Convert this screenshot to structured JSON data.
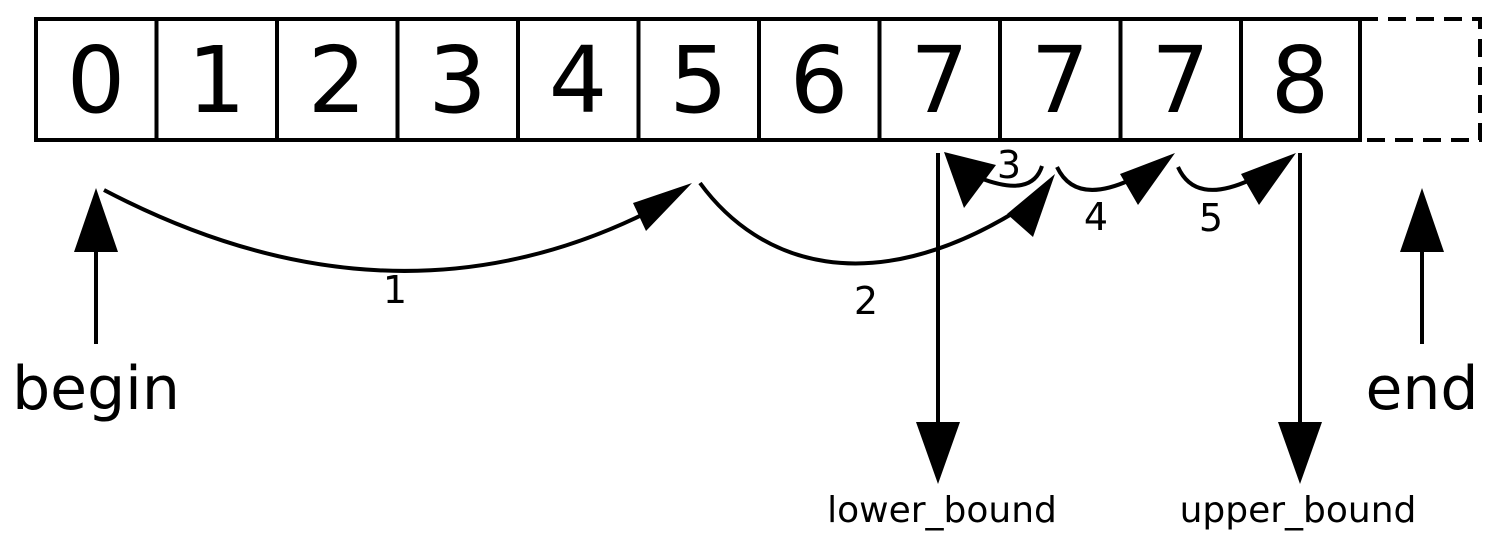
{
  "array": {
    "values": [
      "0",
      "1",
      "2",
      "3",
      "4",
      "5",
      "6",
      "7",
      "7",
      "7",
      "8"
    ]
  },
  "steps": {
    "s1": "1",
    "s2": "2",
    "s3": "3",
    "s4": "4",
    "s5": "5"
  },
  "pointers": {
    "begin": "begin",
    "end": "end",
    "lower_bound": "lower_bound",
    "upper_bound": "upper_bound"
  }
}
